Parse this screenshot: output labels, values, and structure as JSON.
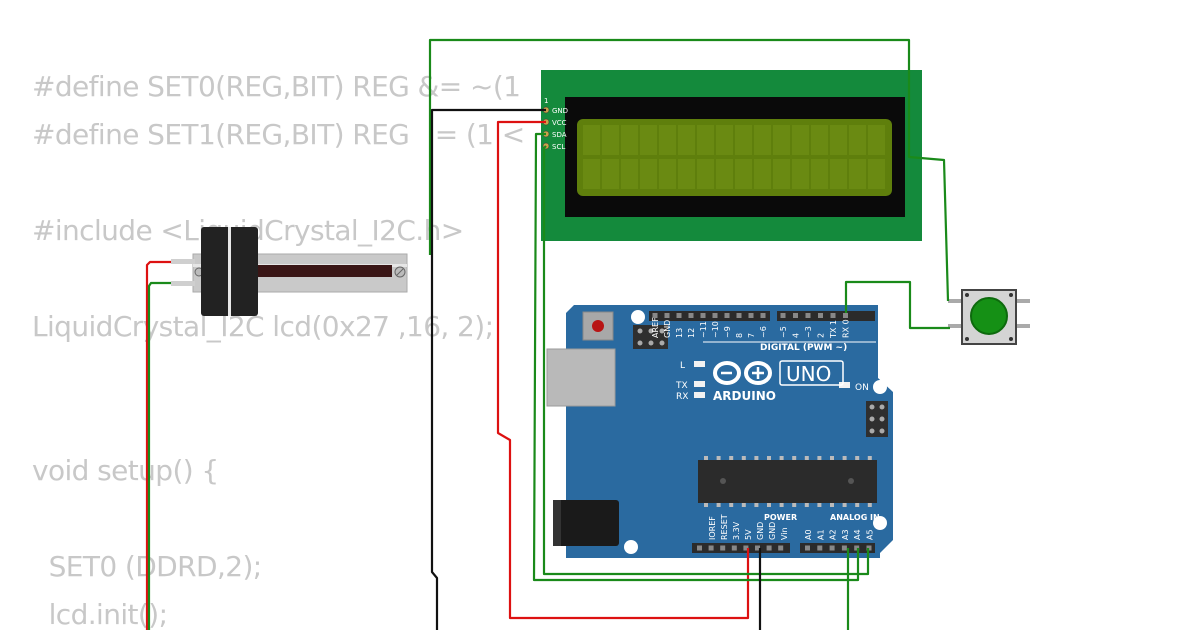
{
  "code": {
    "line1": "#define SET0(REG,BIT) REG &= ~(1",
    "line2": "#define SET1(REG,BIT) REG  |= (1 <",
    "line3": "#include <LiquidCrystal_I2C.h>",
    "line4": "LiquidCrystal_I2C lcd(0x27 ,16, 2);",
    "line5": "void setup() {",
    "line6": "  SET0 (DDRD,2);",
    "line7": "  lcd.init();"
  },
  "lcd": {
    "pins": [
      "GND",
      "VCC",
      "SDA",
      "SCL"
    ],
    "pin_marker": "1"
  },
  "arduino": {
    "brand": "ARDUINO",
    "model": "UNO",
    "led_l": "L",
    "led_tx": "TX",
    "led_rx": "RX",
    "led_on": "ON",
    "digital_label": "DIGITAL (PWM ~)",
    "digital_pins": [
      "AREF",
      "GND",
      "13",
      "12",
      "~11",
      "~10",
      "~9",
      "8",
      "7",
      "~6",
      "~5",
      "4",
      "~3",
      "2",
      "TX 1",
      "RX 0"
    ],
    "power_label": "POWER",
    "power_pins": [
      "IOREF",
      "RESET",
      "3.3V",
      "5V",
      "GND",
      "GND",
      "Vin"
    ],
    "analog_label": "ANALOG IN",
    "analog_pins": [
      "A0",
      "A1",
      "A2",
      "A3",
      "A4",
      "A5"
    ]
  },
  "colors": {
    "board": "#2a6aa0",
    "lcd_pcb": "#148a3c",
    "lcd_screen": "#5f7f0c",
    "wire_green": "#1a8a1a",
    "wire_red": "#dd1111",
    "wire_black": "#111111",
    "button_cap": "#159015"
  }
}
